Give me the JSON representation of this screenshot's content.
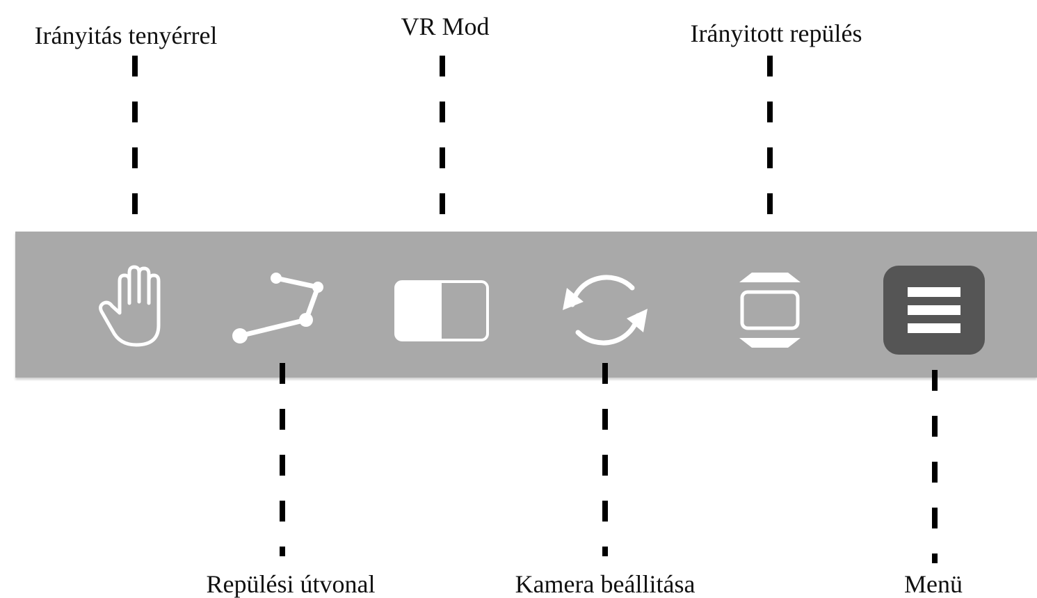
{
  "labels": {
    "hand_control": "Irányitás tenyérrel",
    "vr_mode": "VR Mod",
    "guided_flight": "Irányitott repülés",
    "flight_path": "Repülési útvonal",
    "camera_settings": "Kamera beállitása",
    "menu": "Menü"
  },
  "toolbar": {
    "background_color": "#a9a9a9",
    "icon_color": "#ffffff",
    "menu_button_color": "#555555",
    "tools": [
      {
        "id": "hand_control",
        "icon": "hand-icon"
      },
      {
        "id": "flight_path",
        "icon": "flight-path-icon"
      },
      {
        "id": "vr_mode",
        "icon": "vr-toggle-icon"
      },
      {
        "id": "camera_settings",
        "icon": "camera-rotate-icon"
      },
      {
        "id": "guided_flight",
        "icon": "guided-flight-icon"
      },
      {
        "id": "menu",
        "icon": "hamburger-menu-icon"
      }
    ]
  }
}
